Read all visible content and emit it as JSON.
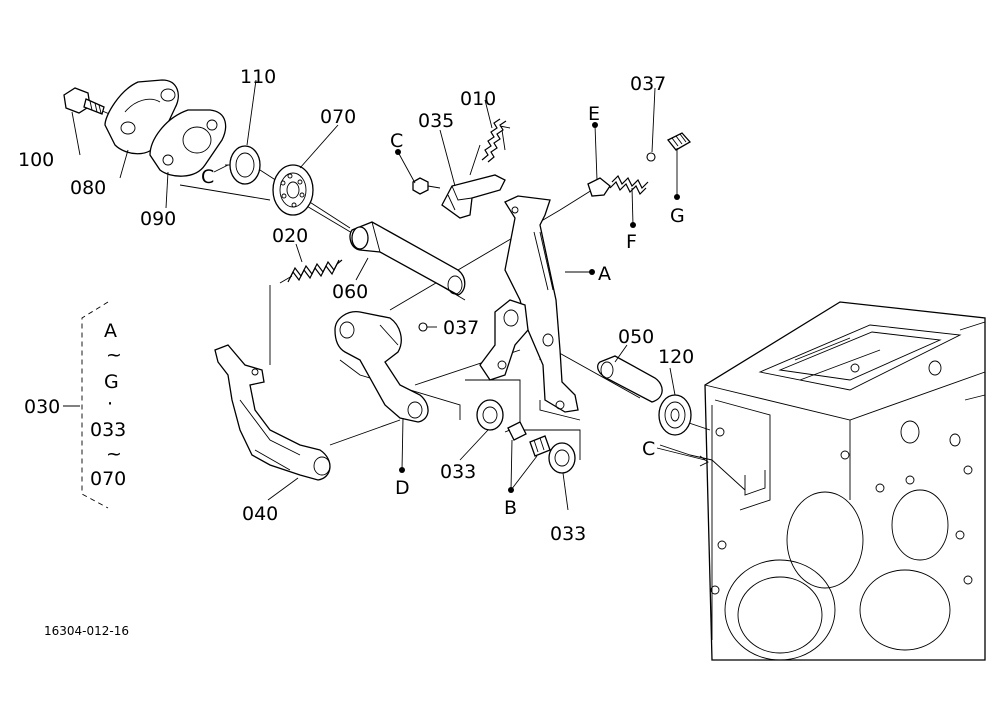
{
  "diagram": {
    "part_labels": {
      "p010": "010",
      "p020": "020",
      "p033a": "033",
      "p033b": "033",
      "p035": "035",
      "p037a": "037",
      "p037b": "037",
      "p040": "040",
      "p050": "050",
      "p060": "060",
      "p070": "070",
      "p080": "080",
      "p090": "090",
      "p100": "100",
      "p110": "110",
      "p120": "120"
    },
    "ref_letters": {
      "A": "A",
      "B": "B",
      "C1": "C",
      "C2": "C",
      "C3": "C",
      "D": "D",
      "E": "E",
      "F": "F",
      "G": "G"
    },
    "assembly_range": {
      "number": "030",
      "lines": [
        "A",
        "~",
        "G",
        "·",
        "033",
        "~",
        "070"
      ]
    },
    "figure_code": "16304-012-16"
  }
}
